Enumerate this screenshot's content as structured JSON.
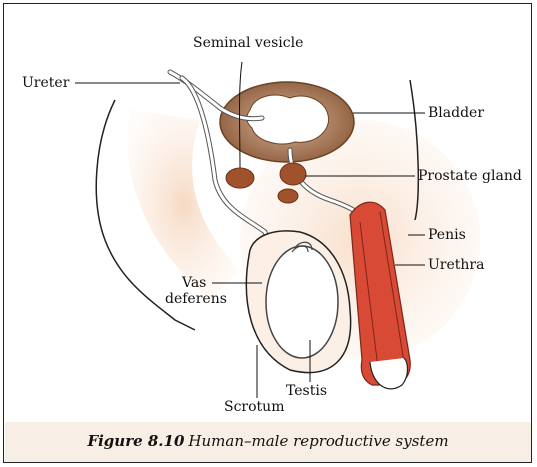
{
  "labels": {
    "seminal_vesicle": "Seminal vesicle",
    "ureter": "Ureter",
    "bladder": "Bladder",
    "prostate_gland": "Prostate gland",
    "penis": "Penis",
    "urethra": "Urethra",
    "vas_deferens_1": "Vas",
    "vas_deferens_2": "deferens",
    "testis": "Testis",
    "scrotum": "Scrotum"
  },
  "caption": {
    "figure_number": "Figure 8.10",
    "text": "Human–male reproductive system"
  },
  "colors": {
    "skin": "#f6dcc6",
    "bladder_wall": "#9a6a4a",
    "gland": "#a0522d",
    "penis_red": "#d84a35",
    "caption_bg": "#f7eee5"
  }
}
